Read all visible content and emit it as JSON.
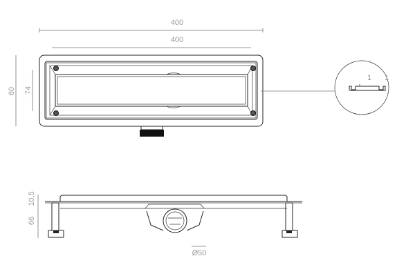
{
  "top_view": {
    "overall_length": "400",
    "grate_length": "400",
    "overall_width": "60",
    "grate_width": "74"
  },
  "detail": {
    "label_left": "1",
    "label_right": "1"
  },
  "side_view": {
    "flange_height": "10,5",
    "body_height": "66",
    "outlet_diameter": "Ø50"
  },
  "colors": {
    "line": "#222222",
    "dimension_text": "#9a9a9a"
  }
}
